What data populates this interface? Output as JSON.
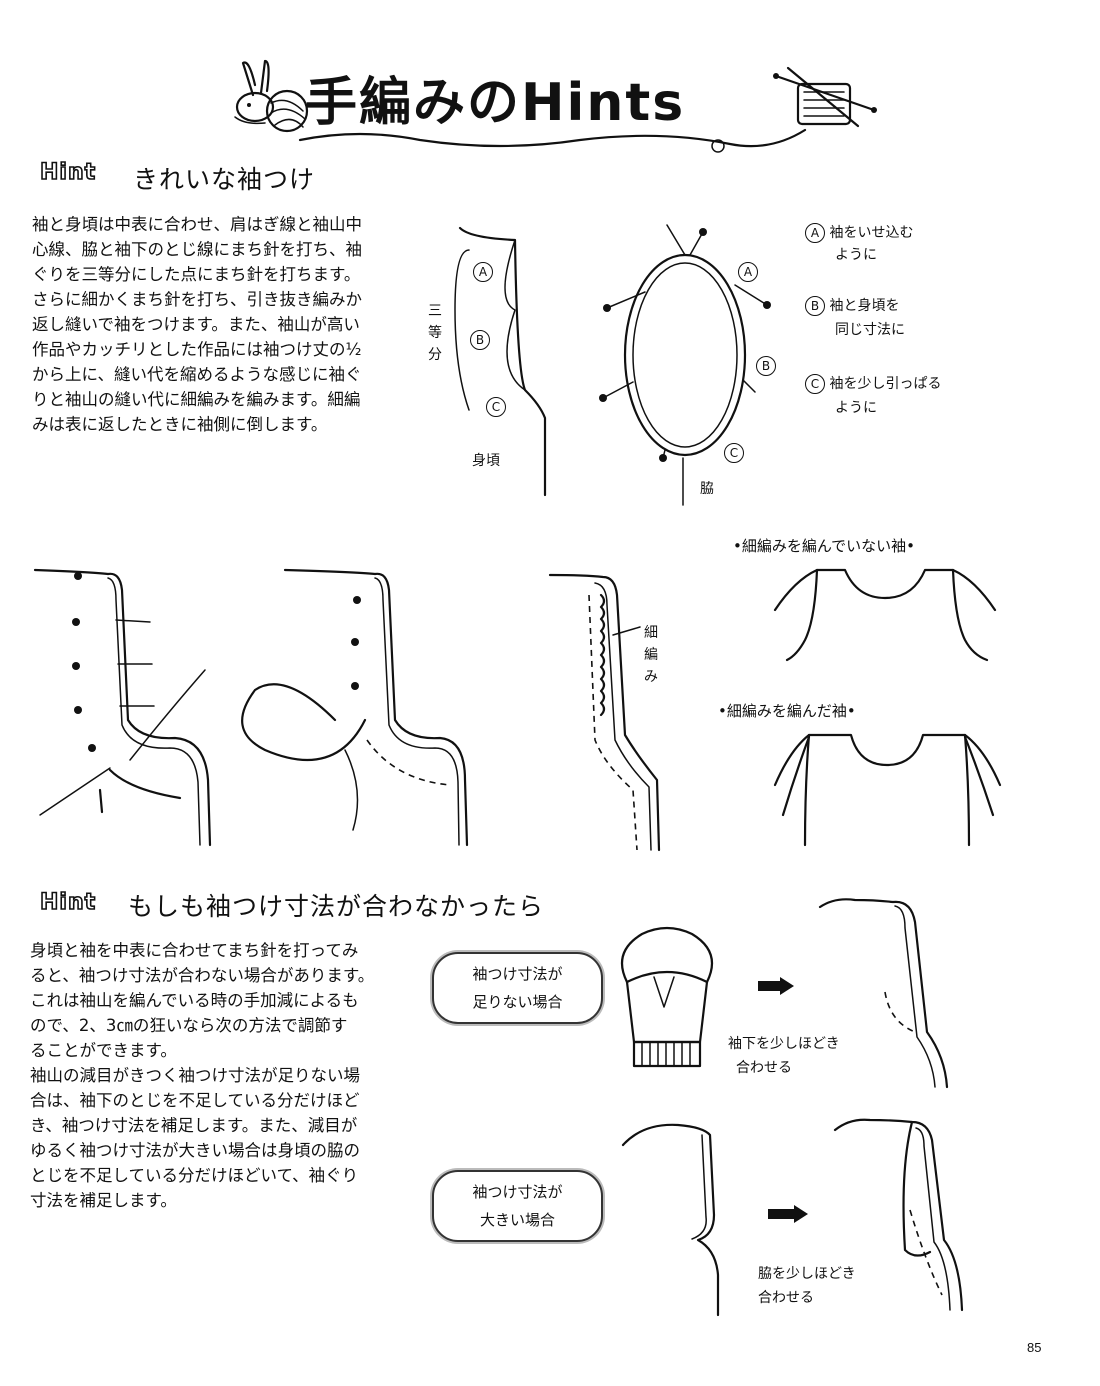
{
  "header": {
    "title": "手編みのHints"
  },
  "section1": {
    "badge": "Hint",
    "title": "きれいな袖つけ",
    "body": [
      "袖と身頃は中表に合わせ、肩はぎ線と袖山中",
      "心線、脇と袖下のとじ線にまち針を打ち、袖",
      "ぐりを三等分にした点にまち針を打ちます。",
      "さらに細かくまち針を打ち、引き抜き編みか",
      "返し縫いで袖をつけます。また、袖山が高い",
      "作品やカッチリとした作品には袖つけ丈の½",
      "から上に、縫い代を縮めるような感じに袖ぐ",
      "りと袖山の縫い代に細編みを編みます。細編",
      "みは表に返したときに袖側に倒します。"
    ],
    "diagram1": {
      "marks": [
        "A",
        "B",
        "C"
      ],
      "vertical_label": "三等分",
      "bodice_label": "身頃"
    },
    "diagram2": {
      "marks": [
        "A",
        "B",
        "C"
      ],
      "side_label": "脇"
    },
    "legend": [
      {
        "mark": "A",
        "line1": "袖をいせ込む",
        "line2": "ように"
      },
      {
        "mark": "B",
        "line1": "袖と身頃を",
        "line2": "同じ寸法に"
      },
      {
        "mark": "C",
        "line1": "袖を少し引っぱる",
        "line2": "ように"
      }
    ],
    "sc_label": "細編み",
    "compare": {
      "without": "•細編みを編んでいない袖•",
      "with": "•細編みを編んだ袖•"
    }
  },
  "section2": {
    "badge": "Hint",
    "title": "もしも袖つけ寸法が合わなかったら",
    "body": [
      "身頃と袖を中表に合わせてまち針を打ってみ",
      "ると、袖つけ寸法が合わない場合があります。",
      "これは袖山を編んでいる時の手加減によるも",
      "ので、2、3㎝の狂いなら次の方法で調節す",
      "ることができます。",
      "袖山の減目がきつく袖つけ寸法が足りない場",
      "合は、袖下のとじを不足している分だけほど",
      "き、袖つけ寸法を補足します。また、減目が",
      "ゆるく袖つけ寸法が大きい場合は身頃の脇の",
      "とじを不足している分だけほどいて、袖ぐり",
      "寸法を補足します。"
    ],
    "case1": {
      "pill_line1": "袖つけ寸法が",
      "pill_line2": "足りない場合",
      "note_line1": "袖下を少しほどき",
      "note_line2": "合わせる"
    },
    "case2": {
      "pill_line1": "袖つけ寸法が",
      "pill_line2": "大きい場合",
      "note_line1": "脇を少しほどき",
      "note_line2": "合わせる"
    }
  },
  "footer": {
    "page_number": "85"
  }
}
